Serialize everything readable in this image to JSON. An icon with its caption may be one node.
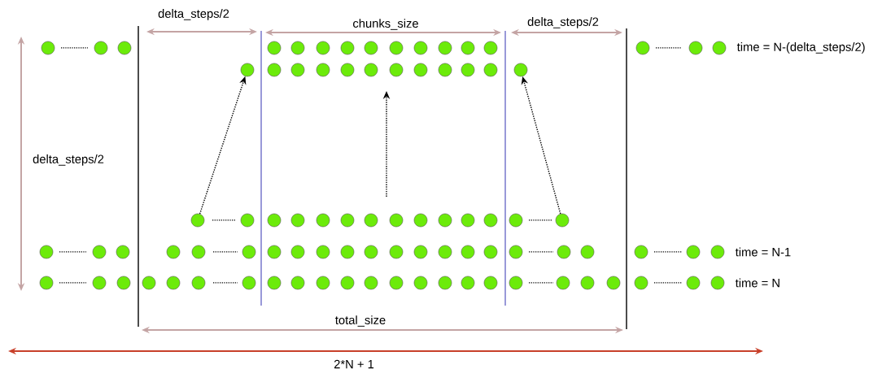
{
  "diagram": {
    "nodes": [
      {
        "text": [],
        "shape": "circle"
      },
      {
        "text": [],
        "shape": "circle"
      },
      {
        "text": [],
        "shape": "circle"
      },
      {
        "text": [],
        "shape": "circle"
      },
      {
        "text": [],
        "shape": "circle"
      },
      {
        "text": [],
        "shape": "circle"
      },
      {
        "text": [],
        "shape": "circle"
      },
      {
        "text": [],
        "shape": "circle"
      },
      {
        "text": [],
        "shape": "circle"
      },
      {
        "text": [],
        "shape": "circle"
      },
      {
        "text": [],
        "shape": "circle"
      },
      {
        "text": [],
        "shape": "circle"
      },
      {
        "text": [],
        "shape": "circle"
      },
      {
        "text": [],
        "shape": "circle"
      },
      {
        "text": [],
        "shape": "circle"
      },
      {
        "text": [],
        "shape": "circle"
      },
      {
        "text": [],
        "shape": "circle"
      },
      {
        "text": [],
        "shape": "circle"
      },
      {
        "text": [],
        "shape": "circle"
      },
      {
        "text": [],
        "shape": "circle"
      },
      {
        "text": [],
        "shape": "circle"
      },
      {
        "text": [],
        "shape": "circle"
      },
      {
        "text": [],
        "shape": "circle"
      },
      {
        "text": [],
        "shape": "circle"
      },
      {
        "text": [],
        "shape": "circle"
      },
      {
        "text": [],
        "shape": "circle"
      },
      {
        "text": [],
        "shape": "circle"
      },
      {
        "text": [],
        "shape": "circle"
      },
      {
        "text": [],
        "shape": "circle"
      },
      {
        "text": [],
        "shape": "circle"
      },
      {
        "text": [],
        "shape": "circle"
      },
      {
        "text": [],
        "shape": "circle"
      },
      {
        "text": [],
        "shape": "circle"
      },
      {
        "text": [],
        "shape": "circle"
      },
      {
        "text": [],
        "shape": "circle"
      },
      {
        "text": [],
        "shape": "circle"
      },
      {
        "text": [],
        "shape": "circle"
      },
      {
        "text": [],
        "shape": "circle"
      },
      {
        "text": [],
        "shape": "circle"
      },
      {
        "text": [],
        "shape": "circle"
      },
      {
        "text": [],
        "shape": "circle"
      },
      {
        "text": [],
        "shape": "circle"
      },
      {
        "text": [],
        "shape": "circle"
      },
      {
        "text": [],
        "shape": "circle"
      },
      {
        "text": [],
        "shape": "circle"
      },
      {
        "text": [],
        "shape": "circle"
      },
      {
        "text": [],
        "shape": "circle"
      },
      {
        "text": [],
        "shape": "circle"
      },
      {
        "text": [],
        "shape": "circle"
      },
      {
        "text": [],
        "shape": "circle"
      },
      {
        "text": [],
        "shape": "circle"
      },
      {
        "text": [],
        "shape": "circle"
      },
      {
        "text": [],
        "shape": "circle"
      },
      {
        "text": [],
        "shape": "circle"
      },
      {
        "text": [],
        "shape": "circle"
      },
      {
        "text": [],
        "shape": "circle"
      },
      {
        "text": [],
        "shape": "circle"
      },
      {
        "text": [],
        "shape": "circle"
      },
      {
        "text": [],
        "shape": "circle"
      },
      {
        "text": [],
        "shape": "circle"
      },
      {
        "text": [],
        "shape": "circle"
      },
      {
        "text": [],
        "shape": "circle"
      },
      {
        "text": [],
        "shape": "circle"
      },
      {
        "text": [],
        "shape": "circle"
      },
      {
        "text": [],
        "shape": "circle"
      },
      {
        "text": [],
        "shape": "circle"
      },
      {
        "text": [],
        "shape": "circle"
      },
      {
        "text": [],
        "shape": "circle"
      },
      {
        "text": [],
        "shape": "circle"
      },
      {
        "text": [],
        "shape": "circle"
      },
      {
        "text": [],
        "shape": "circle"
      },
      {
        "text": [],
        "shape": "circle"
      },
      {
        "text": [],
        "shape": "circle"
      },
      {
        "text": [],
        "shape": "circle"
      },
      {
        "text": [],
        "shape": "circle"
      },
      {
        "text": [],
        "shape": "circle"
      },
      {
        "text": [],
        "shape": "circle"
      },
      {
        "text": [],
        "shape": "circle"
      },
      {
        "text": [],
        "shape": "circle"
      },
      {
        "text": [],
        "shape": "circle"
      },
      {
        "text": [],
        "shape": "circle"
      },
      {
        "text": [],
        "shape": "circle"
      },
      {
        "text": [],
        "shape": "circle"
      },
      {
        "text": [],
        "shape": "circle"
      },
      {
        "text": [],
        "shape": "circle"
      },
      {
        "text": [],
        "shape": "circle"
      },
      {
        "text": [],
        "shape": "circle"
      },
      {
        "text": [],
        "shape": "circle"
      }
    ],
    "edges": [
      {
        "from": 28,
        "to": 16,
        "arrow": "to",
        "style": "dashed"
      },
      {
        "from": 41,
        "to": 27,
        "arrow": "to",
        "style": "dashed"
      }
    ],
    "labels": [
      "delta_steps/2",
      "chunks_size",
      "delta_steps/2",
      "time = N-(delta_steps/2)",
      "delta_steps/2",
      "time = N-1",
      "time = N",
      "total_size",
      "2*N + 1"
    ]
  }
}
